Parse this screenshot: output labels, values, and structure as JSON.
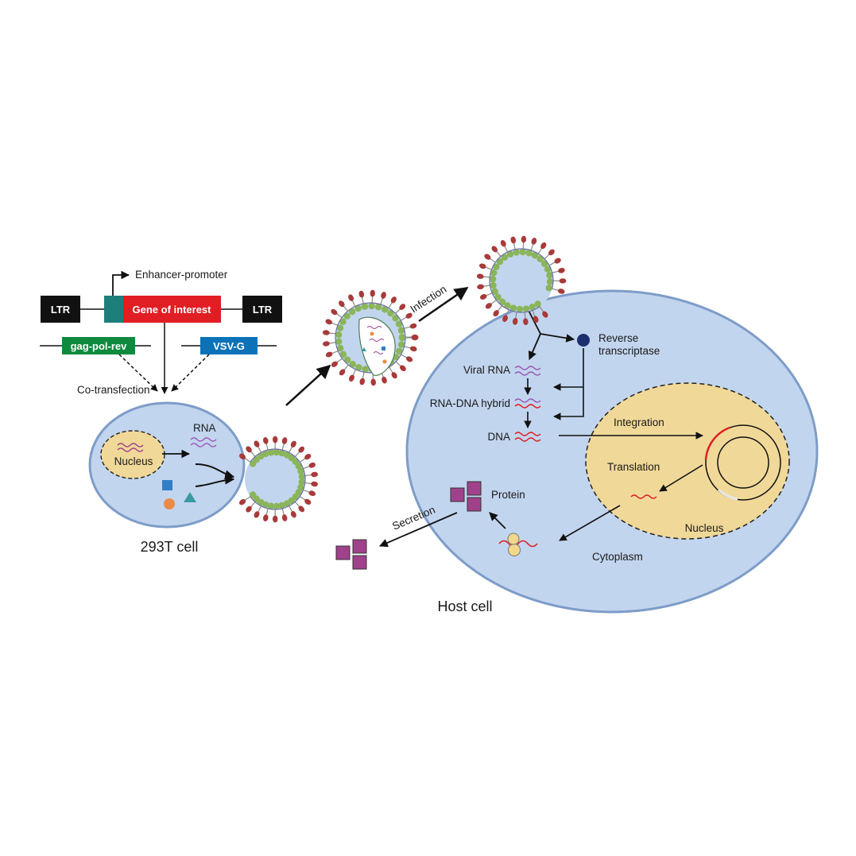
{
  "construct": {
    "ltr_left": "LTR",
    "ltr_right": "LTR",
    "promoter_label": "Enhancer-promoter",
    "gene_label": "Gene of interest",
    "packaging_label": "gag-pol-rev",
    "envelope_label": "VSV-G",
    "cotransfection_label": "Co-transfection"
  },
  "producer_cell": {
    "title": "293T cell",
    "nucleus_label": "Nucleus",
    "rna_label": "RNA"
  },
  "infection_label": "Infection",
  "host_cell": {
    "title": "Host cell",
    "reverse_transcriptase_label": [
      "Reverse",
      "transcriptase"
    ],
    "viral_rna_label": "Viral RNA",
    "hybrid_label": "RNA-DNA hybrid",
    "dna_label": "DNA",
    "integration_label": "Integration",
    "translation_label": "Translation",
    "nucleus_label": "Nucleus",
    "protein_label": "Protein",
    "secretion_label": "Secretion",
    "cytoplasm_label": "Cytoplasm"
  },
  "colors": {
    "ltr": "#111111",
    "promoter": "#1e7f7a",
    "gene": "#e01e24",
    "packaging": "#0e8a3e",
    "envelope": "#0b72b8",
    "cell_fill": "#c2d5ee",
    "cell_edge": "#7e9cc8",
    "nucleus_fill": "#f0d898",
    "spike": "#a83a3a",
    "capsid": "#8ab55a",
    "protein": "#a0418c"
  }
}
